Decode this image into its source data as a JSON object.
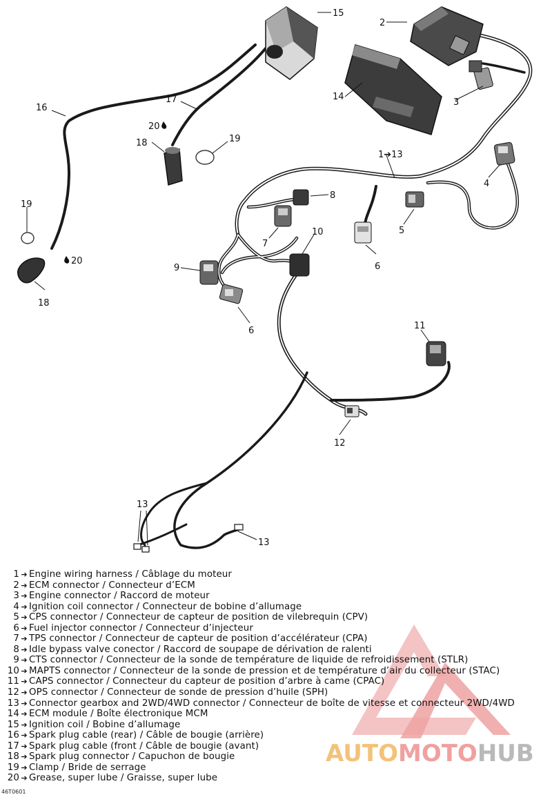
{
  "diagram_code": "46T0601",
  "callouts": {
    "c1": "1➔13",
    "c2": "2",
    "c3": "3",
    "c4": "4",
    "c5": "5",
    "c6a": "6",
    "c6b": "6",
    "c7": "7",
    "c8": "8",
    "c9": "9",
    "c10": "10",
    "c11": "11",
    "c12": "12",
    "c13a": "13",
    "c13b": "13",
    "c14": "14",
    "c15": "15",
    "c16": "16",
    "c17": "17",
    "c18a": "18",
    "c18b": "18",
    "c19a": "19",
    "c19b": "19",
    "c20a": "20",
    "c20b": "20"
  },
  "legend": [
    {
      "num": "1",
      "text": "Engine wiring harness / Câblage du moteur"
    },
    {
      "num": "2",
      "text": "ECM connector / Connecteur d’ECM"
    },
    {
      "num": "3",
      "text": "Engine connector / Raccord de moteur"
    },
    {
      "num": "4",
      "text": "Ignition coil connector / Connecteur de bobine d’allumage"
    },
    {
      "num": "5",
      "text": "CPS connector / Connecteur de capteur de position de vilebrequin (CPV)"
    },
    {
      "num": "6",
      "text": "Fuel injector connector / Connecteur d’injecteur"
    },
    {
      "num": "7",
      "text": "TPS connector / Connecteur de capteur de position d’accélérateur (CPA)"
    },
    {
      "num": "8",
      "text": "Idle bypass valve conector / Raccord de soupape de dérivation de ralenti"
    },
    {
      "num": "9",
      "text": "CTS connector / Connecteur de la sonde de température de liquide de refroidissement (STLR)"
    },
    {
      "num": "10",
      "text": "MAPTS connector / Connecteur de la sonde de pression et de température d’air du collecteur (STAC)"
    },
    {
      "num": "11",
      "text": "CAPS connector / Connecteur du capteur de position d’arbre à came (CPAC)"
    },
    {
      "num": "12",
      "text": "OPS connector / Connecteur de sonde de pression d’huile (SPH)"
    },
    {
      "num": "13",
      "text": "Connector gearbox and 2WD/4WD connector / Connecteur de boîte de vitesse et connecteur 2WD/4WD"
    },
    {
      "num": "14",
      "text": "ECM module / Boîte électronique MCM"
    },
    {
      "num": "15",
      "text": "Ignition coil / Bobine d’allumage"
    },
    {
      "num": "16",
      "text": "Spark plug cable (rear) / Câble de bougie (arrière)"
    },
    {
      "num": "17",
      "text": "Spark plug cable (front / Câble de bougie (avant)"
    },
    {
      "num": "18",
      "text": "Spark plug connector / Capuchon de bougie"
    },
    {
      "num": "19",
      "text": "Clamp / Bride de serrage"
    },
    {
      "num": "20",
      "text": "Grease, super lube / Graisse, super lube"
    }
  ],
  "watermark": {
    "part1": "AUTO",
    "part2": "MOTO",
    "part3": "HUB"
  }
}
